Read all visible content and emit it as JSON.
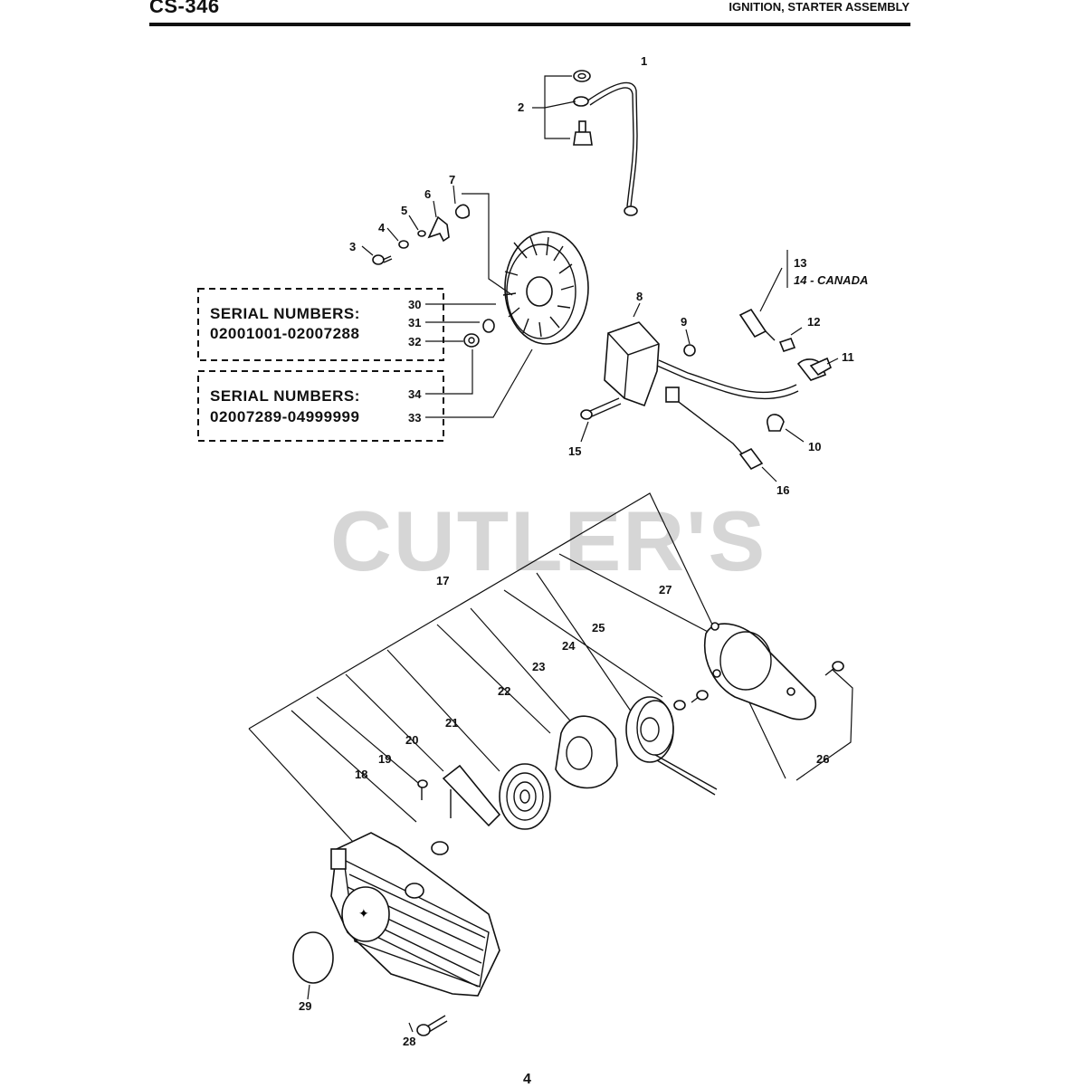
{
  "header": {
    "model": "CS-346",
    "title": "IGNITION, STARTER ASSEMBLY"
  },
  "watermark": "CUTLER'S",
  "serial_boxes": [
    {
      "heading": "SERIAL NUMBERS:",
      "range": "02001001-02007288"
    },
    {
      "heading": "SERIAL NUMBERS:",
      "range": "02007289-04999999"
    }
  ],
  "callouts": [
    "1",
    "2",
    "3",
    "4",
    "5",
    "6",
    "7",
    "8",
    "9",
    "10",
    "11",
    "12",
    "13",
    "14 - CANADA",
    "15",
    "16",
    "17",
    "18",
    "19",
    "20",
    "21",
    "22",
    "23",
    "24",
    "25",
    "26",
    "27",
    "28",
    "29",
    "30",
    "31",
    "32",
    "33",
    "34"
  ],
  "page_number": "4"
}
